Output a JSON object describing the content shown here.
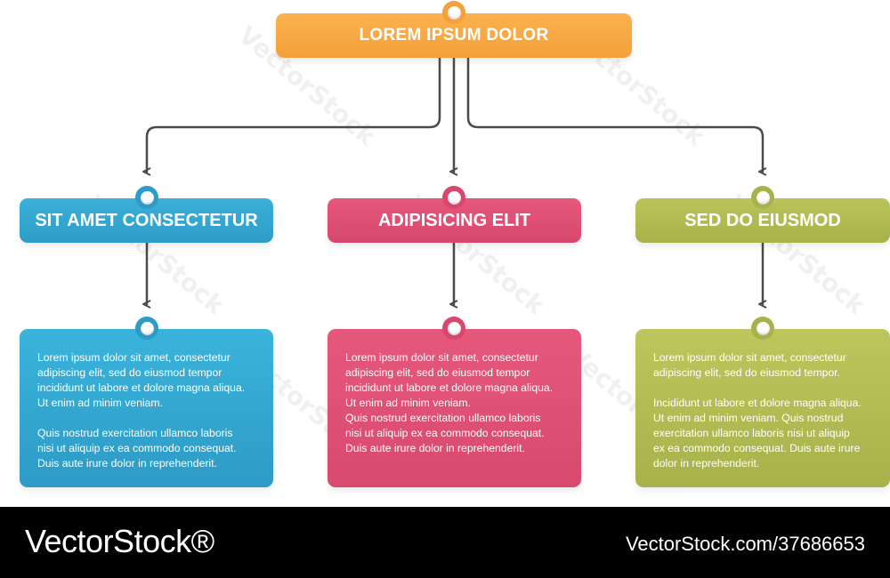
{
  "root": {
    "label": "LOREM IPSUM DOLOR"
  },
  "colors": {
    "orange": "#f5a03a",
    "blue": "#2d9dc7",
    "pink": "#d8486d",
    "green": "#a7b24b",
    "connector": "#4a4a4a"
  },
  "categories": [
    {
      "label": "SIT AMET CONSECTETUR",
      "paragraphs": [
        "Lorem ipsum dolor sit amet, consectetur\nadipiscing elit, sed do eiusmod tempor\nincididunt ut labore et dolore magna aliqua.\nUt enim ad minim veniam.",
        "Quis nostrud exercitation ullamco laboris\nnisi ut aliquip ex ea commodo consequat.\nDuis aute irure dolor in reprehenderit."
      ]
    },
    {
      "label": "ADIPISICING ELIT",
      "paragraphs": [
        "Lorem ipsum dolor sit amet, consectetur\nadipiscing elit, sed do eiusmod tempor\nincididunt ut labore et dolore magna aliqua.\nUt enim ad minim veniam.\nQuis nostrud exercitation ullamco laboris\nnisi ut aliquip ex ea commodo consequat.\nDuis aute irure dolor in reprehenderit."
      ]
    },
    {
      "label": "SED DO EIUSMOD",
      "paragraphs": [
        "Lorem ipsum dolor sit amet, consectetur\nadipiscing elit, sed do eiusmod tempor.",
        "Incididunt ut labore et dolore magna aliqua.\nUt enim ad minim veniam. Quis nostrud\nexercitation ullamco laboris nisi ut aliquip\nex ea commodo consequat. Duis aute irure\ndolor in reprehenderit."
      ]
    }
  ],
  "watermark": "VectorStock",
  "footer": {
    "logo": "VectorStock®",
    "url": "VectorStock.com/37686653"
  }
}
